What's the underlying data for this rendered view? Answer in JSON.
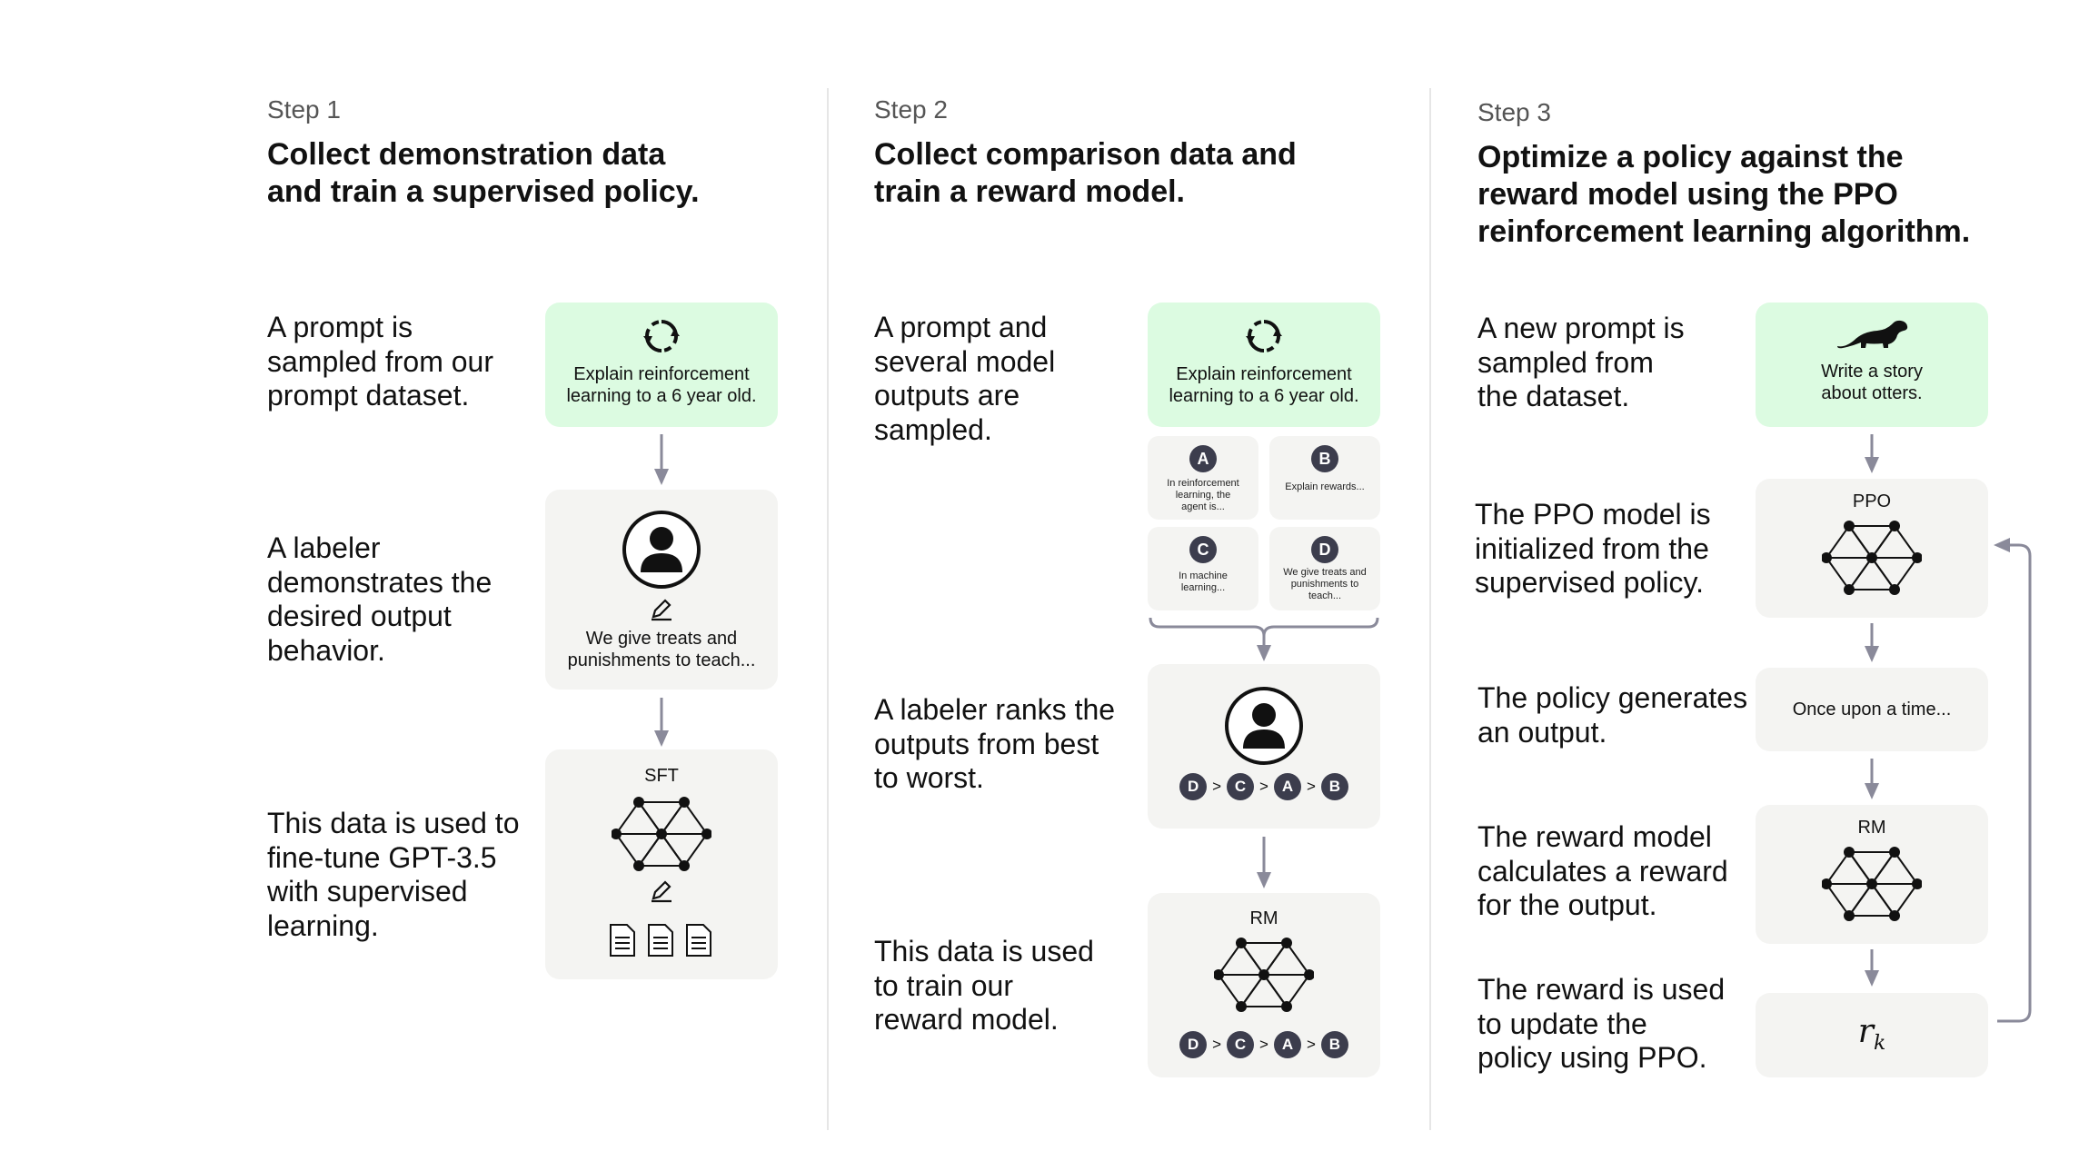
{
  "steps": [
    {
      "label": "Step 1",
      "heading": "Collect demonstration data\nand train a supervised policy.",
      "descriptions": [
        "A prompt is\nsampled from our\nprompt dataset.",
        "A labeler\ndemonstrates the\ndesired output\nbehavior.",
        "This data is used to\nfine-tune GPT-3.5\nwith supervised\nlearning."
      ],
      "prompt_text": "Explain reinforcement\nlearning to a 6 year old.",
      "demo_text": "We give treats and\npunishments to teach...",
      "model_label": "SFT"
    },
    {
      "label": "Step 2",
      "heading": "Collect comparison data and\ntrain a reward model.",
      "descriptions": [
        "A prompt and\nseveral model\noutputs are\nsampled.",
        "A labeler ranks the\noutputs from best\nto worst.",
        "This data is used\nto train our\nreward model."
      ],
      "prompt_text": "Explain reinforcement\nlearning to a 6 year old.",
      "outputs": [
        {
          "letter": "A",
          "text": "In reinforcement\nlearning, the\nagent is..."
        },
        {
          "letter": "B",
          "text": "Explain rewards..."
        },
        {
          "letter": "C",
          "text": "In machine\nlearning..."
        },
        {
          "letter": "D",
          "text": "We give treats and\npunishments to\nteach..."
        }
      ],
      "ranking": [
        "D",
        "C",
        "A",
        "B"
      ],
      "ranking_separator": ">",
      "model_label": "RM"
    },
    {
      "label": "Step 3",
      "heading": "Optimize a policy against the\nreward model using the PPO\nreinforcement learning algorithm.",
      "descriptions": [
        "A new prompt is\nsampled from\nthe dataset.",
        "The PPO model is\ninitialized from the\nsupervised policy.",
        "The policy generates\nan output.",
        "The reward model\ncalculates a reward\nfor the output.",
        "The reward is used\nto update the\npolicy using PPO."
      ],
      "prompt_text": "Write a story\nabout otters.",
      "ppo_label": "PPO",
      "output_text": "Once upon a time...",
      "rm_label": "RM",
      "reward_symbol": "r",
      "reward_subscript": "k"
    }
  ],
  "colors": {
    "prompt_box": "#dcfbe1",
    "box": "#f4f4f2",
    "badge": "#3c3d4d",
    "arrow": "#8a8a9a"
  },
  "icons": [
    "refresh-icon",
    "labeler-icon",
    "pencil-icon",
    "neural-net-icon",
    "documents-icon",
    "otter-icon"
  ]
}
